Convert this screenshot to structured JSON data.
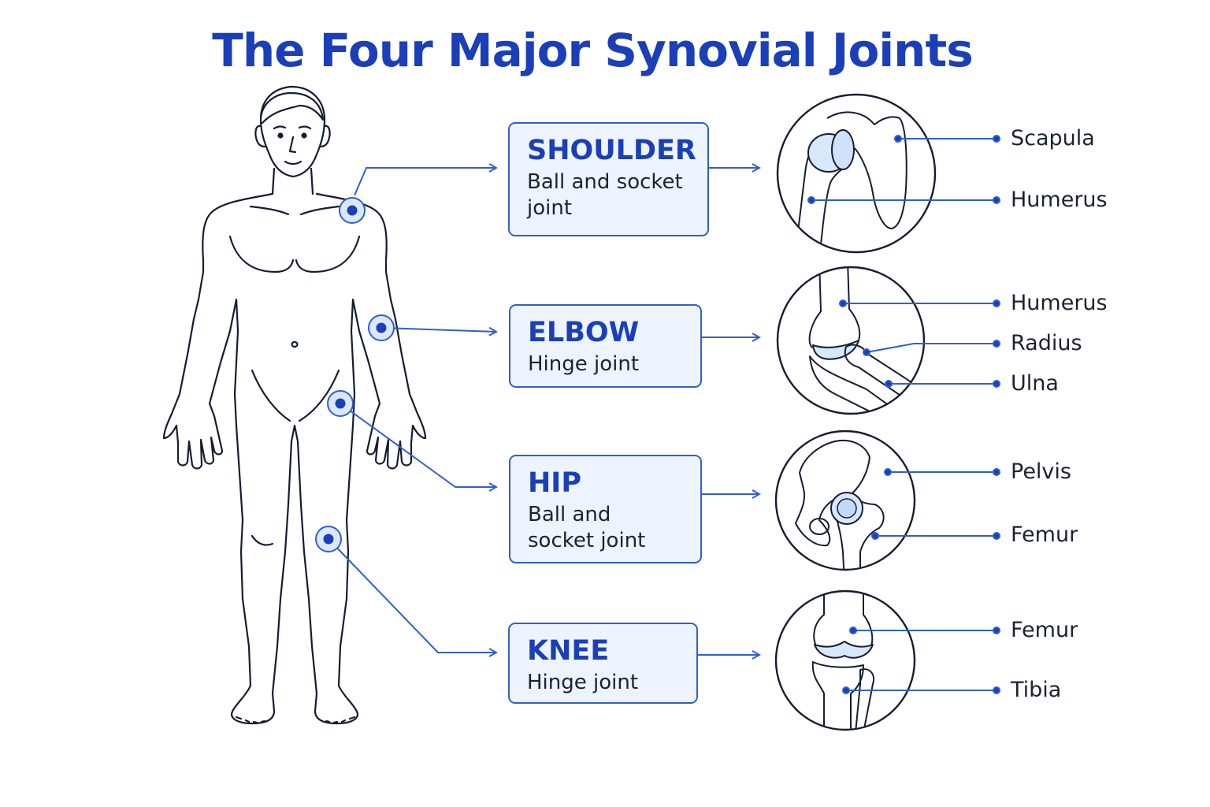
{
  "title": "The Four Major Synovial Joints",
  "colors": {
    "accent": "#1a3fb8",
    "line": "#2f5fd0",
    "outline": "#151d33",
    "cartilage": "#d7e8fb",
    "box_fill": "#eef4ff"
  },
  "joints": [
    {
      "name": "SHOULDER",
      "type": "Ball and socket joint",
      "bones": [
        "Scapula",
        "Humerus"
      ]
    },
    {
      "name": "ELBOW",
      "type": "Hinge joint",
      "bones": [
        "Humerus",
        "Radius",
        "Ulna"
      ]
    },
    {
      "name": "HIP",
      "type": "Ball and socket joint",
      "bones": [
        "Pelvis",
        "Femur"
      ]
    },
    {
      "name": "KNEE",
      "type": "Hinge joint",
      "bones": [
        "Femur",
        "Tibia"
      ]
    }
  ]
}
